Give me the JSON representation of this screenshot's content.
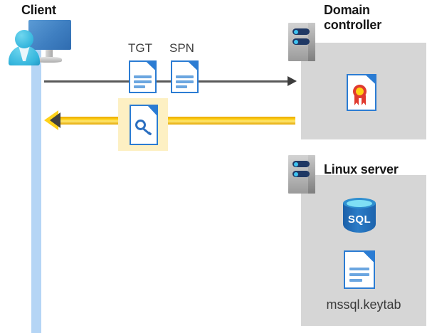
{
  "diagram": {
    "title_client": "Client",
    "title_domain_controller": "Domain controller",
    "title_linux_server": "Linux server"
  },
  "messages": {
    "tgt_label": "TGT",
    "spn_label": "SPN",
    "request_arrow": "request-arrow-to-domain-controller",
    "response_arrow": "response-arrow-to-client"
  },
  "icons": {
    "client": "user-computer-icon",
    "domain_controller_server": "server-rack-icon",
    "linux_server": "server-rack-icon",
    "tgt_document": "document-icon",
    "spn_document": "document-icon",
    "key_document": "key-document-icon",
    "certificate": "certificate-document-icon",
    "sql_database": "sql-database-icon",
    "keytab_document": "document-icon"
  },
  "linux_server": {
    "sql_label": "SQL",
    "keytab_filename": "mssql.keytab"
  },
  "colors": {
    "panel_gray": "#d6d6d6",
    "lifeline_blue": "#b5d5f5",
    "highlight_yellow": "#fdf0c3",
    "arrow_yellow": "#ffd21a",
    "arrow_gray": "#595959",
    "doc_blue": "#2b7cd3",
    "sql_blue": "#2a7cc7",
    "cert_red": "#e03a2f",
    "cert_gold": "#ffd014"
  }
}
